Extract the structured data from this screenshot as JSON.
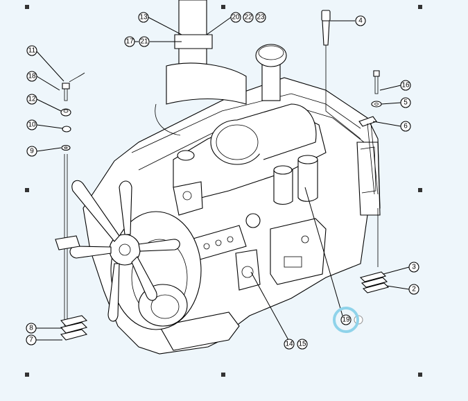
{
  "colors": {
    "background": "#eef6fb",
    "highlight_ring": "#8fd3ea",
    "line": "#000000"
  },
  "callouts": {
    "c1": "11",
    "c2": "18",
    "c3": "12",
    "c4": "10",
    "c5": "9",
    "c6": "13",
    "c7": "17",
    "c8": "21",
    "c9": "20",
    "c10": "22",
    "c11": "23",
    "c12": "4",
    "c13": "16",
    "c14": "5",
    "c15": "6",
    "c16": "3",
    "c17": "2",
    "c18": "8",
    "c19": "7",
    "c20": "14",
    "c21": "15",
    "c22": "19"
  },
  "highlighted_callout": "19"
}
